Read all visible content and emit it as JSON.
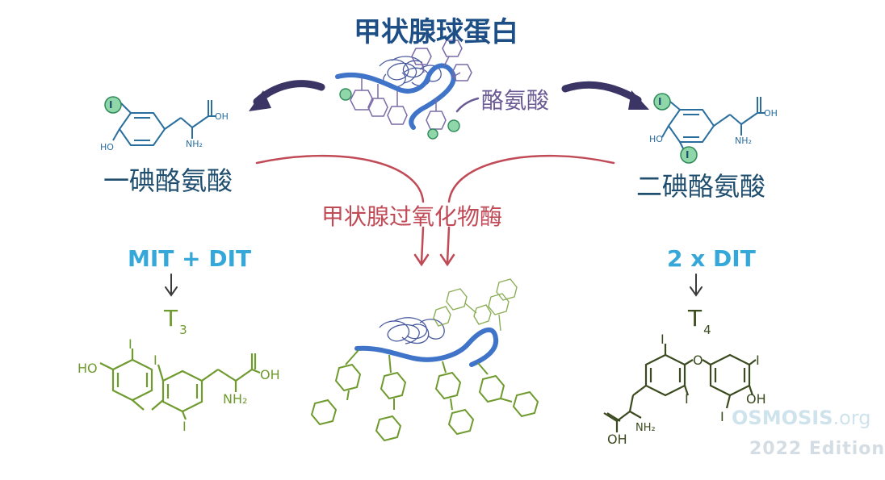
{
  "title": "甲状腺球蛋白",
  "tyrosine_label": "酪氨酸",
  "mit_label": "一碘酪氨酸",
  "dit_label": "二碘酪氨酸",
  "enzyme_label": "甲状腺过氧化物酶",
  "left_equation": "MIT + DIT",
  "right_equation": "2 x DIT",
  "t3": {
    "letter": "T",
    "subscript": "3"
  },
  "t4": {
    "letter": "T",
    "subscript": "4"
  },
  "mit_structure": {
    "iodine": "I",
    "hydroxyl": "HO",
    "amine": "NH₂",
    "acid": "OH"
  },
  "dit_structure": {
    "iodine_top": "I",
    "iodine_bottom": "I",
    "hydroxyl": "HO",
    "amine": "NH₂",
    "acid": "OH"
  },
  "t3_structure": {
    "hydroxyl": "HO",
    "iodine_a": "I",
    "iodine_b": "I",
    "iodine_c": "I",
    "acid": "OH",
    "amine": "NH₂"
  },
  "t4_structure": {
    "iodine_a": "I",
    "iodine_b": "I",
    "iodine_c": "I",
    "iodine_d": "I",
    "hydroxyl": "OH",
    "amine": "NH₂",
    "acid": "OH",
    "oxygen": "O"
  },
  "brand": {
    "name": "OSMOSIS",
    "suffix": ".org",
    "edition": "2022 Edition"
  },
  "colors": {
    "title": "#1d4f86",
    "tyrosine": "#6b5b95",
    "iodo_names": "#1f4e6e",
    "enzyme": "#c14a57",
    "equations": "#35a8d9",
    "hormones": "#6f9a2e",
    "protein": "#3f74c8",
    "iodine": "#8fd6a8",
    "arrow_dark": "#3b3566"
  }
}
